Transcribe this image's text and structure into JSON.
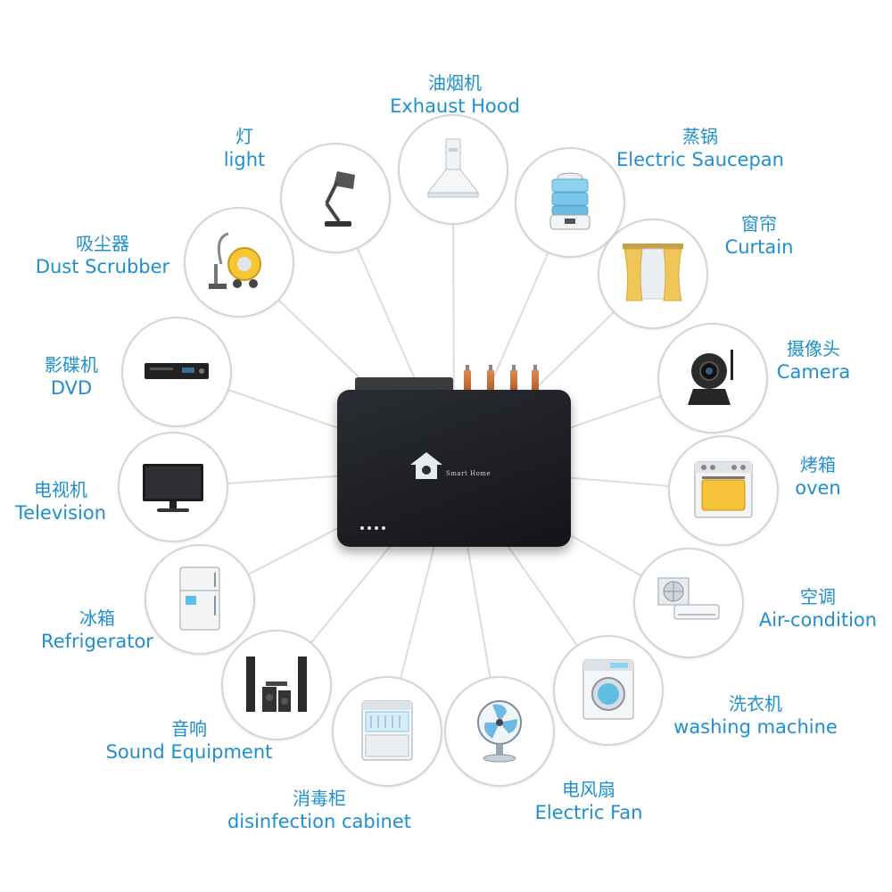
{
  "hub": {
    "brand": "Smart Home"
  },
  "devices": [
    {
      "cn": "油烟机",
      "en": "Exhaust Hood",
      "icon": "exhaust-hood-icon"
    },
    {
      "cn": "蒸锅",
      "en": "Electric Saucepan",
      "icon": "steamer-icon"
    },
    {
      "cn": "窗帘",
      "en": "Curtain",
      "icon": "curtain-icon"
    },
    {
      "cn": "摄像头",
      "en": "Camera",
      "icon": "camera-icon"
    },
    {
      "cn": "烤箱",
      "en": "oven",
      "icon": "oven-icon"
    },
    {
      "cn": "空调",
      "en": "Air-condition",
      "icon": "air-conditioner-icon"
    },
    {
      "cn": "洗衣机",
      "en": "washing machine",
      "icon": "washing-machine-icon"
    },
    {
      "cn": "电风扇",
      "en": "Electric Fan",
      "icon": "fan-icon"
    },
    {
      "cn": "消毒柜",
      "en": "disinfection cabinet",
      "icon": "dishwasher-icon"
    },
    {
      "cn": "音响",
      "en": "Sound Equipment",
      "icon": "speaker-icon"
    },
    {
      "cn": "冰箱",
      "en": "Refrigerator",
      "icon": "refrigerator-icon"
    },
    {
      "cn": "电视机",
      "en": "Television",
      "icon": "television-icon"
    },
    {
      "cn": "影碟机",
      "en": "DVD",
      "icon": "dvd-player-icon"
    },
    {
      "cn": "吸尘器",
      "en": "Dust Scrubber",
      "icon": "vacuum-icon"
    },
    {
      "cn": "灯",
      "en": "light",
      "icon": "lamp-icon"
    }
  ],
  "colors": {
    "label": "#1e8fcf",
    "ring": "#d4d4d4",
    "hub": "#1c1d21"
  }
}
